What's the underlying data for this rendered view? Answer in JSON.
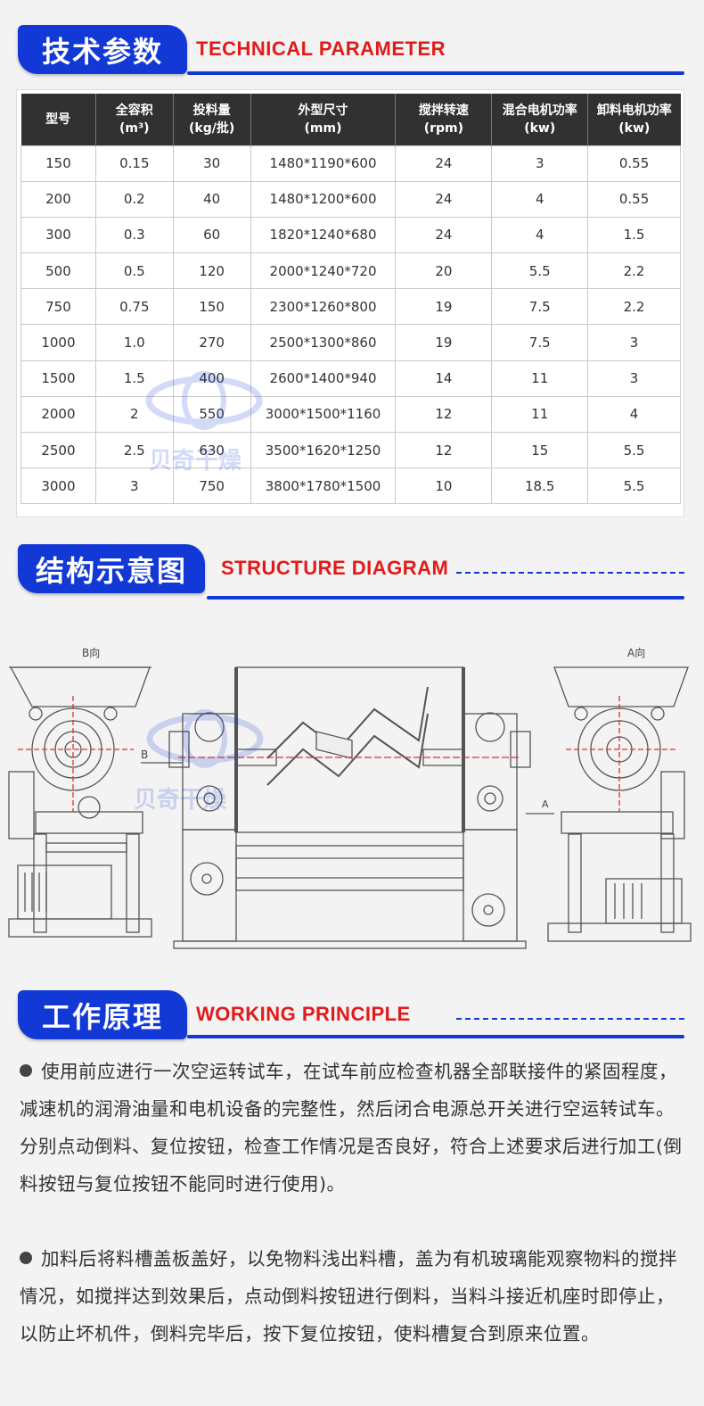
{
  "sections": {
    "technical": {
      "cn": "技术参数",
      "en": "TECHNICAL PARAMETER"
    },
    "structure": {
      "cn": "结构示意图",
      "en": "STRUCTURE DIAGRAM"
    },
    "working": {
      "cn": "工作原理",
      "en": "WORKING PRINCIPLE"
    }
  },
  "table": {
    "headers": [
      [
        "型号",
        ""
      ],
      [
        "全容积",
        "(m³)"
      ],
      [
        "投料量",
        "(kg/批)"
      ],
      [
        "外型尺寸",
        "(mm)"
      ],
      [
        "搅拌转速",
        "(rpm)"
      ],
      [
        "混合电机功率",
        "(kw)"
      ],
      [
        "卸料电机功率",
        "(kw)"
      ]
    ],
    "rows": [
      [
        "150",
        "0.15",
        "30",
        "1480*1190*600",
        "24",
        "3",
        "0.55"
      ],
      [
        "200",
        "0.2",
        "40",
        "1480*1200*600",
        "24",
        "4",
        "0.55"
      ],
      [
        "300",
        "0.3",
        "60",
        "1820*1240*680",
        "24",
        "4",
        "1.5"
      ],
      [
        "500",
        "0.5",
        "120",
        "2000*1240*720",
        "20",
        "5.5",
        "2.2"
      ],
      [
        "750",
        "0.75",
        "150",
        "2300*1260*800",
        "19",
        "7.5",
        "2.2"
      ],
      [
        "1000",
        "1.0",
        "270",
        "2500*1300*860",
        "19",
        "7.5",
        "3"
      ],
      [
        "1500",
        "1.5",
        "400",
        "2600*1400*940",
        "14",
        "11",
        "3"
      ],
      [
        "2000",
        "2",
        "550",
        "3000*1500*1160",
        "12",
        "11",
        "4"
      ],
      [
        "2500",
        "2.5",
        "630",
        "3500*1620*1250",
        "12",
        "15",
        "5.5"
      ],
      [
        "3000",
        "3",
        "750",
        "3800*1780*1500",
        "10",
        "18.5",
        "5.5"
      ]
    ]
  },
  "diagram": {
    "label_b": "B向",
    "label_a": "A向",
    "arrow_b": "B",
    "arrow_a": "A"
  },
  "watermark": "贝奇干燥",
  "paragraphs": {
    "p1": "使用前应进行一次空运转试车，在试车前应检查机器全部联接件的紧固程度，减速机的润滑油量和电机设备的完整性，然后闭合电源总开关进行空运转试车。分别点动倒料、复位按钮，检查工作情况是否良好，符合上述要求后进行加工(倒料按钮与复位按钮不能同时进行使用)。",
    "p2": "加料后将料槽盖板盖好，以免物料浅出料槽，盖为有机玻璃能观察物料的搅拌情况，如搅拌达到效果后，点动倒料按钮进行倒料，当料斗接近机座时即停止，以防止坏机件，倒料完毕后，按下复位按钮，使料槽复合到原来位置。"
  }
}
